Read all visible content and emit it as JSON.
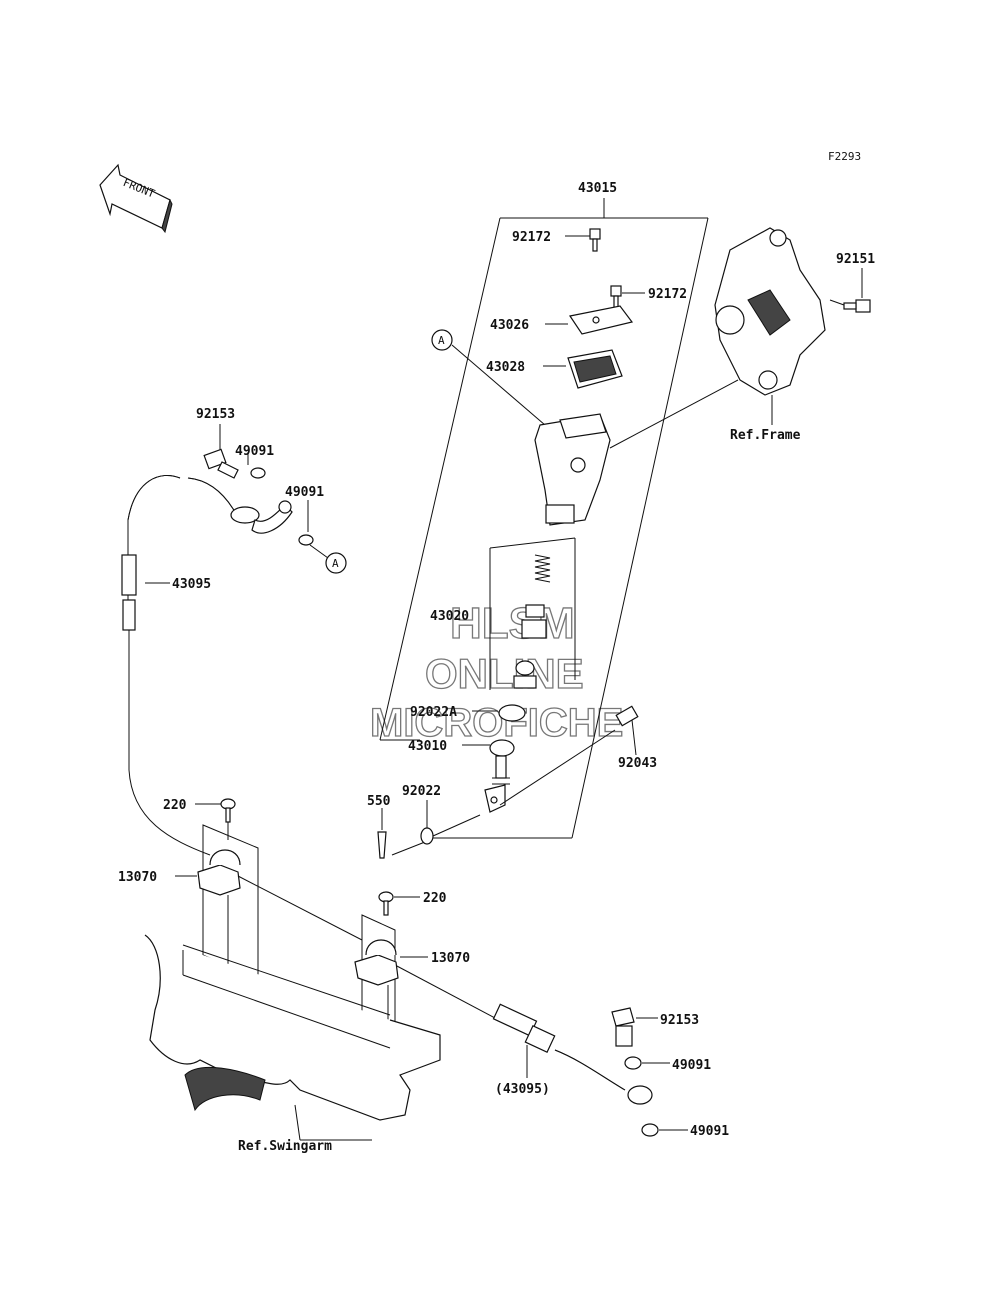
{
  "figure_code": "F2293",
  "front_label": "FRONT",
  "watermark": {
    "line1": "HLSM",
    "line2": "ONLINE",
    "line3": "MICROFICHE"
  },
  "callout_a": "A",
  "refs": {
    "frame": "Ref.Frame",
    "swingarm": "Ref.Swingarm"
  },
  "parts": {
    "p43015": "43015",
    "p92172_a": "92172",
    "p92172_b": "92172",
    "p92151": "92151",
    "p43026": "43026",
    "p43028": "43028",
    "p92153_top": "92153",
    "p49091_a": "49091",
    "p49091_b": "49091",
    "p43095": "43095",
    "p43020": "43020",
    "p92022A": "92022A",
    "p43010": "43010",
    "p92043": "92043",
    "p550": "550",
    "p92022": "92022",
    "p220_a": "220",
    "p13070_a": "13070",
    "p220_b": "220",
    "p13070_b": "13070",
    "p92153_bot": "92153",
    "p49091_c": "49091",
    "p43095_paren": "(43095)",
    "p49091_d": "49091"
  }
}
